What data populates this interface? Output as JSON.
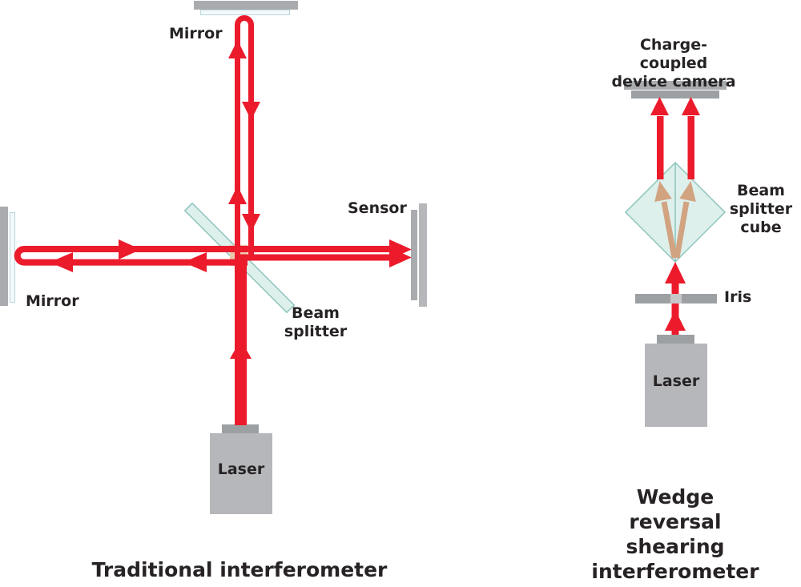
{
  "colors": {
    "beam_red": "#ec1b2c",
    "beam_tan": "#d2a381",
    "tan_patch": "#eac9a8",
    "glass_fill": "#ddf0ec",
    "glass_stroke": "#8fc3bd",
    "mirror_glass_fill": "#f4fafc",
    "mirror_glass_stroke": "#b9d6e0",
    "metal": "#a9abae",
    "metal_dark": "#9da0a3",
    "metal_light": "#b5b7ba",
    "iris_aperture": "#c6c7c9",
    "text": "#272324"
  },
  "left_diagram": {
    "title": "Traditional interferometer",
    "labels": {
      "mirror_top": "Mirror",
      "mirror_left": "Mirror",
      "sensor": "Sensor",
      "beam_splitter": "Beam\nsplitter",
      "laser": "Laser"
    }
  },
  "right_diagram": {
    "title": "Wedge reversal shearing\ninterferometer",
    "labels": {
      "camera": "Charge-coupled\ndevice camera",
      "beam_splitter_cube": "Beam\nsplitter\ncube",
      "iris": "Iris",
      "laser": "Laser"
    }
  }
}
